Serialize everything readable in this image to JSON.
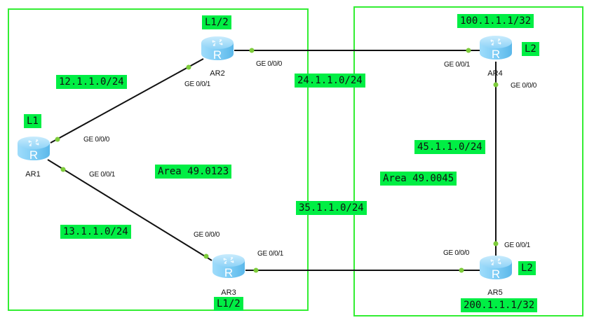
{
  "areas": [
    {
      "name": "area-49-0123",
      "label": "Area 49.0123"
    },
    {
      "name": "area-49-0045",
      "label": "Area 49.0045"
    }
  ],
  "routers": [
    {
      "id": "AR1",
      "name": "AR1",
      "level": "L1"
    },
    {
      "id": "AR2",
      "name": "AR2",
      "level": "L1/2"
    },
    {
      "id": "AR3",
      "name": "AR3",
      "level": "L1/2"
    },
    {
      "id": "AR4",
      "name": "AR4",
      "level": "L2",
      "loopback": "100.1.1.1/32"
    },
    {
      "id": "AR5",
      "name": "AR5",
      "level": "L2",
      "loopback": "200.1.1.1/32"
    }
  ],
  "links": [
    {
      "from": "AR1",
      "from_port": "GE 0/0/0",
      "to": "AR2",
      "to_port": "GE 0/0/1",
      "subnet": "12.1.1.0/24"
    },
    {
      "from": "AR1",
      "from_port": "GE 0/0/1",
      "to": "AR3",
      "to_port": "GE 0/0/0",
      "subnet": "13.1.1.0/24"
    },
    {
      "from": "AR2",
      "from_port": "GE 0/0/0",
      "to": "AR4",
      "to_port": "GE 0/0/1",
      "subnet": "24.1.1.0/24"
    },
    {
      "from": "AR3",
      "from_port": "GE 0/0/1",
      "to": "AR5",
      "to_port": "GE 0/0/0",
      "subnet": "35.1.1.0/24"
    },
    {
      "from": "AR4",
      "from_port": "GE 0/0/0",
      "to": "AR5",
      "to_port": "GE 0/0/1",
      "subnet": "45.1.1.0/24"
    }
  ],
  "colors": {
    "area_border": "#33ee33",
    "label_bg": "#00ee44",
    "link": "#111111",
    "port_dot": "#7dcc3a",
    "router_body": "#7fcdf5"
  }
}
